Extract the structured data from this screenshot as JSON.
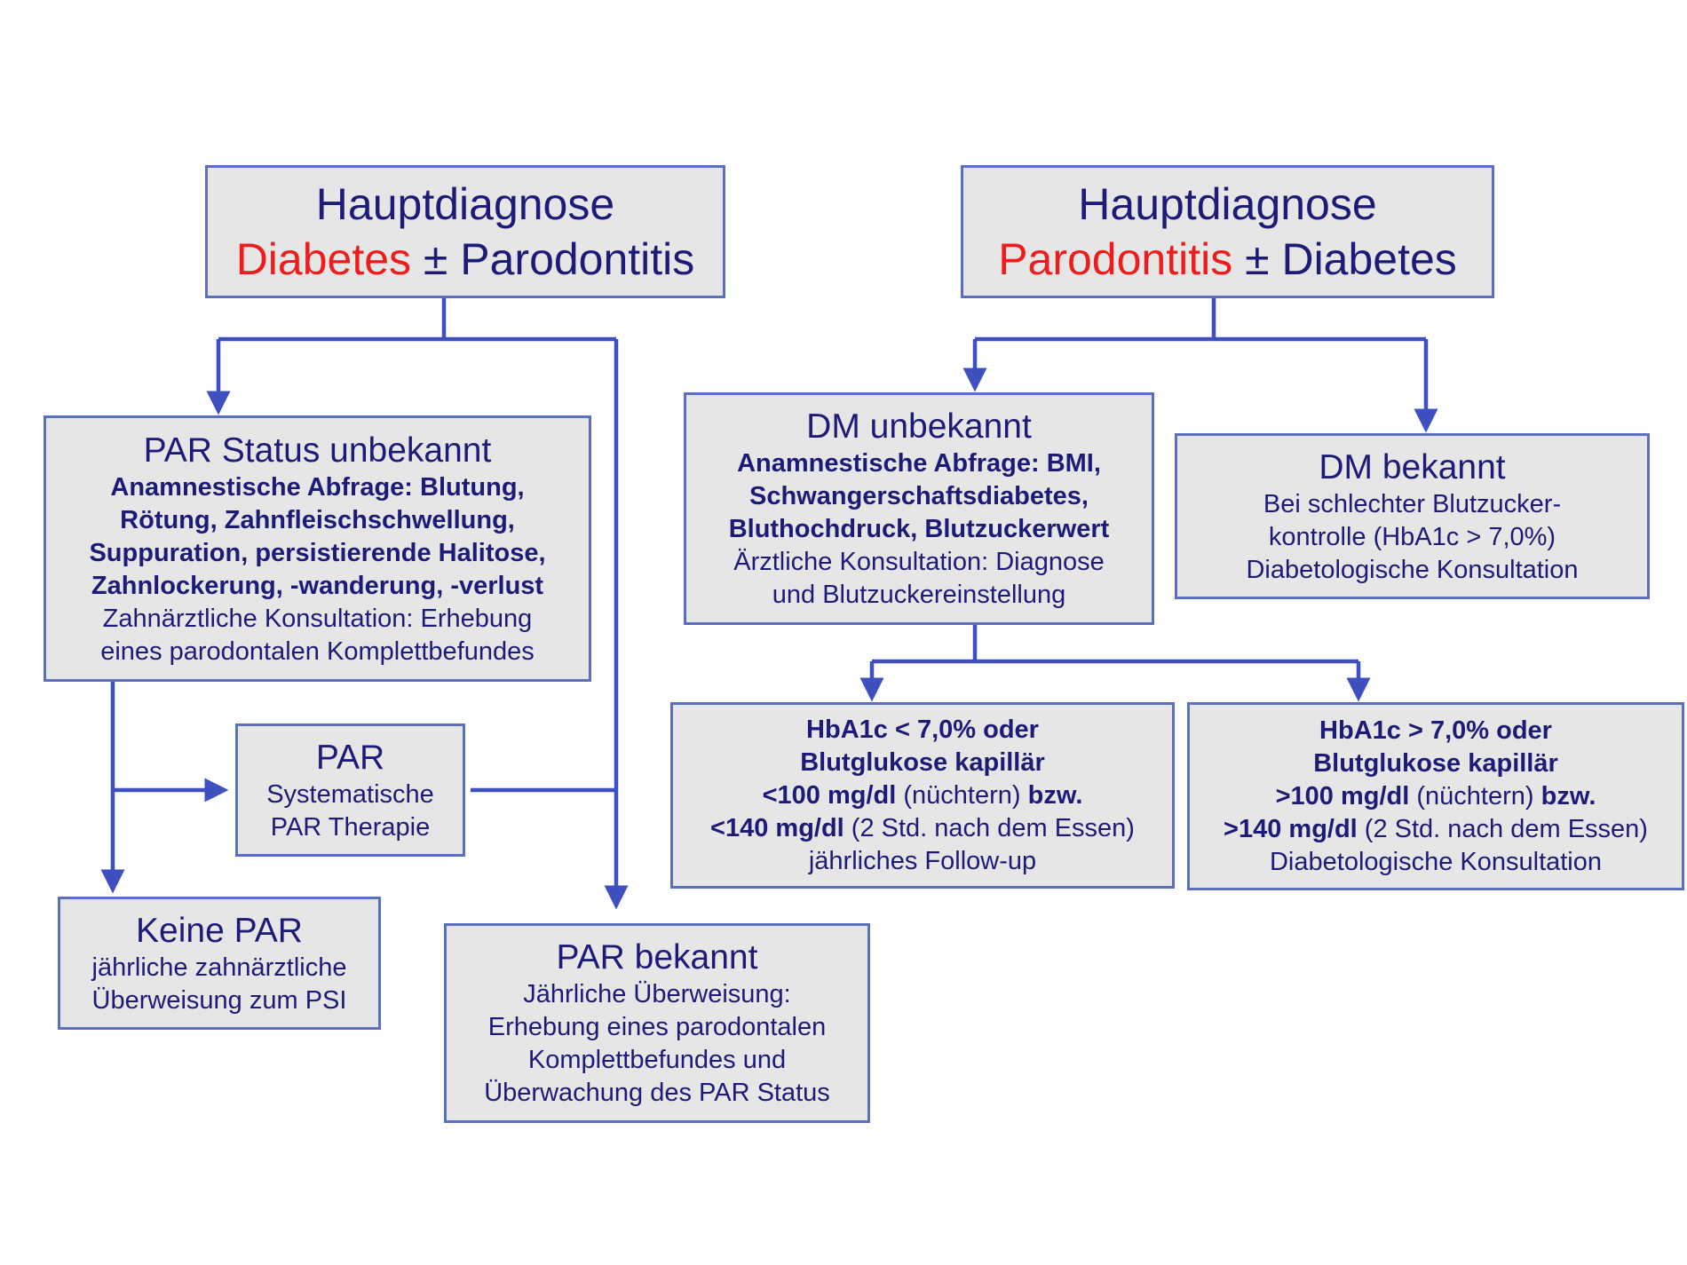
{
  "left_main": {
    "line1": "Hauptdiagnose",
    "highlight": "Diabetes",
    "rest": " ± Parodontitis"
  },
  "right_main": {
    "line1": "Hauptdiagnose",
    "highlight": "Parodontitis",
    "rest": " ± Diabetes"
  },
  "par_unknown": {
    "title": "PAR Status unbekannt",
    "bold_lines": [
      "Anamnestische Abfrage: Blutung,",
      "Rötung, Zahnfleischschwellung,",
      "Suppuration, persistierende Halitose,",
      "Zahnlockerung, -wanderung, -verlust"
    ],
    "normal_lines": [
      "Zahnärztliche Konsultation: Erhebung",
      "eines parodontalen Komplettbefundes"
    ]
  },
  "par_therapy": {
    "title": "PAR",
    "lines": [
      "Systematische",
      "PAR Therapie"
    ]
  },
  "no_par": {
    "title": "Keine PAR",
    "lines": [
      "jährliche zahnärztliche",
      "Überweisung zum PSI"
    ]
  },
  "par_known": {
    "title": "PAR bekannt",
    "lines": [
      "Jährliche Überweisung:",
      "Erhebung eines parodontalen",
      "Komplettbefundes und",
      "Überwachung des PAR Status"
    ]
  },
  "dm_unknown": {
    "title": "DM unbekannt",
    "bold_lines": [
      "Anamnestische Abfrage: BMI,",
      "Schwangerschaftsdiabetes,",
      "Bluthochdruck, Blutzuckerwert"
    ],
    "normal_lines": [
      "Ärztliche Konsultation: Diagnose",
      "und Blutzuckereinstellung"
    ]
  },
  "dm_known": {
    "title": "DM bekannt",
    "lines": [
      "Bei schlechter Blutzucker-",
      "kontrolle (HbA1c > 7,0%)",
      "Diabetologische Konsultation"
    ]
  },
  "hba1c_low": {
    "bold1": "HbA1c < 7,0% oder",
    "bold2": "Blutglukose kapillär",
    "l3_bold": "<100 mg/dl",
    "l3_normal": " (nüchtern) ",
    "l3_bold2": "bzw.",
    "l4_bold": "<140 mg/dl",
    "l4_normal": " (2 Std. nach dem Essen)",
    "l5": "jährliches Follow-up"
  },
  "hba1c_high": {
    "bold1": "HbA1c > 7,0% oder",
    "bold2": "Blutglukose kapillär",
    "l3_bold": ">100 mg/dl",
    "l3_normal": " (nüchtern) ",
    "l3_bold2": "bzw.",
    "l4_bold": ">140 mg/dl",
    "l4_normal": " (2 Std. nach dem Essen)",
    "l5": "Diabetologische Konsultation"
  },
  "colors": {
    "box_fill": "#e6e6e6",
    "box_border": "#5b6fc0",
    "text": "#1c1c78",
    "highlight": "#ee1c1c",
    "connector": "#3e4fc0"
  }
}
